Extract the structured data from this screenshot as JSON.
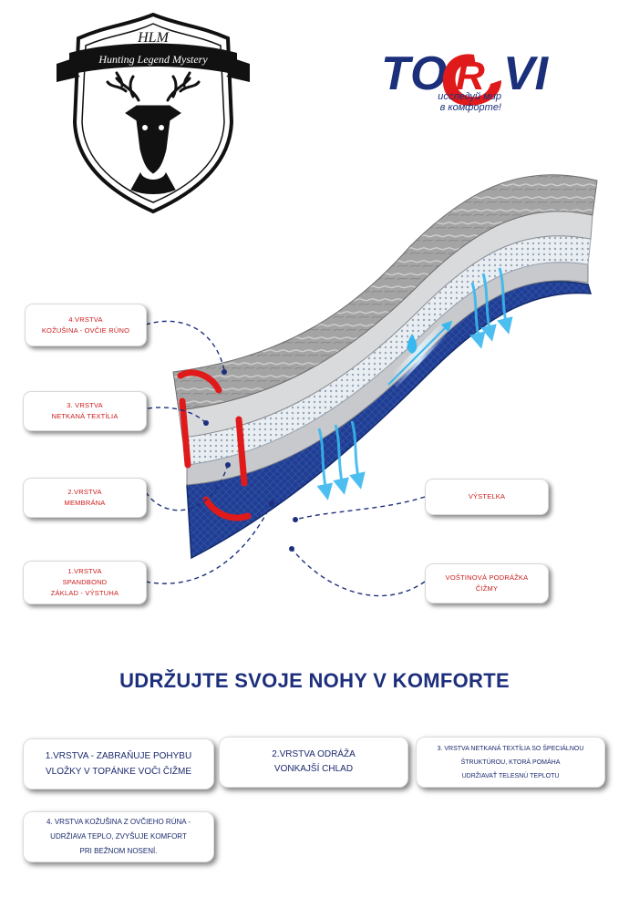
{
  "logos": {
    "hlm": {
      "initials": "HLM",
      "name": "Hunting Legend Mystery",
      "icon": "deer-head-icon"
    },
    "torvi": {
      "word_left": "T",
      "word_o": "O",
      "word_r": "R",
      "word_right": "VI",
      "slogan_line1": "исследуй мир",
      "slogan_line2": "в комфорте!",
      "colors": {
        "blue": "#1b2f7a",
        "red": "#e01a1a"
      }
    }
  },
  "layers": [
    {
      "lines": [
        "4.vrstva",
        "kožušina - ovčie rúno"
      ]
    },
    {
      "lines": [
        "3. vrstva",
        "netkaná textília"
      ]
    },
    {
      "lines": [
        "2.vrstva",
        "membrána"
      ]
    },
    {
      "lines": [
        "1.vrstva",
        "spandbond",
        "základ - výstuha"
      ]
    }
  ],
  "right_labels": [
    {
      "lines": [
        "výstelka"
      ]
    },
    {
      "lines": [
        "voštinová podrážka",
        "čižmy"
      ]
    }
  ],
  "headline": "UDRŽUJTE SVOJE NOHY V KOMFORTE",
  "info_boxes": [
    {
      "lines": [
        "1.vrstva - zabraňuje pohybu",
        "vložky v topánke voči čižme"
      ]
    },
    {
      "lines": [
        "2.vrstva odráža",
        "vonkajší chlad"
      ]
    },
    {
      "lines": [
        "3. vrstva netkaná textília so špeciálnou",
        "štruktúrou, ktorá pomáha",
        "udržiavať telesnú teplotu"
      ]
    },
    {
      "lines": [
        "4. vrstva kožušina z ovčieho rúna -",
        "udržiava teplo, zvyšuje komfort",
        "pri bežnom nosení."
      ]
    }
  ],
  "colors": {
    "navy": "#1d2f7c",
    "callout_red": "#cc1b1b",
    "fur_grey": "#9a9a9a",
    "sole_blue": "#1f3d95",
    "arrow_cyan": "#39b8ef"
  }
}
